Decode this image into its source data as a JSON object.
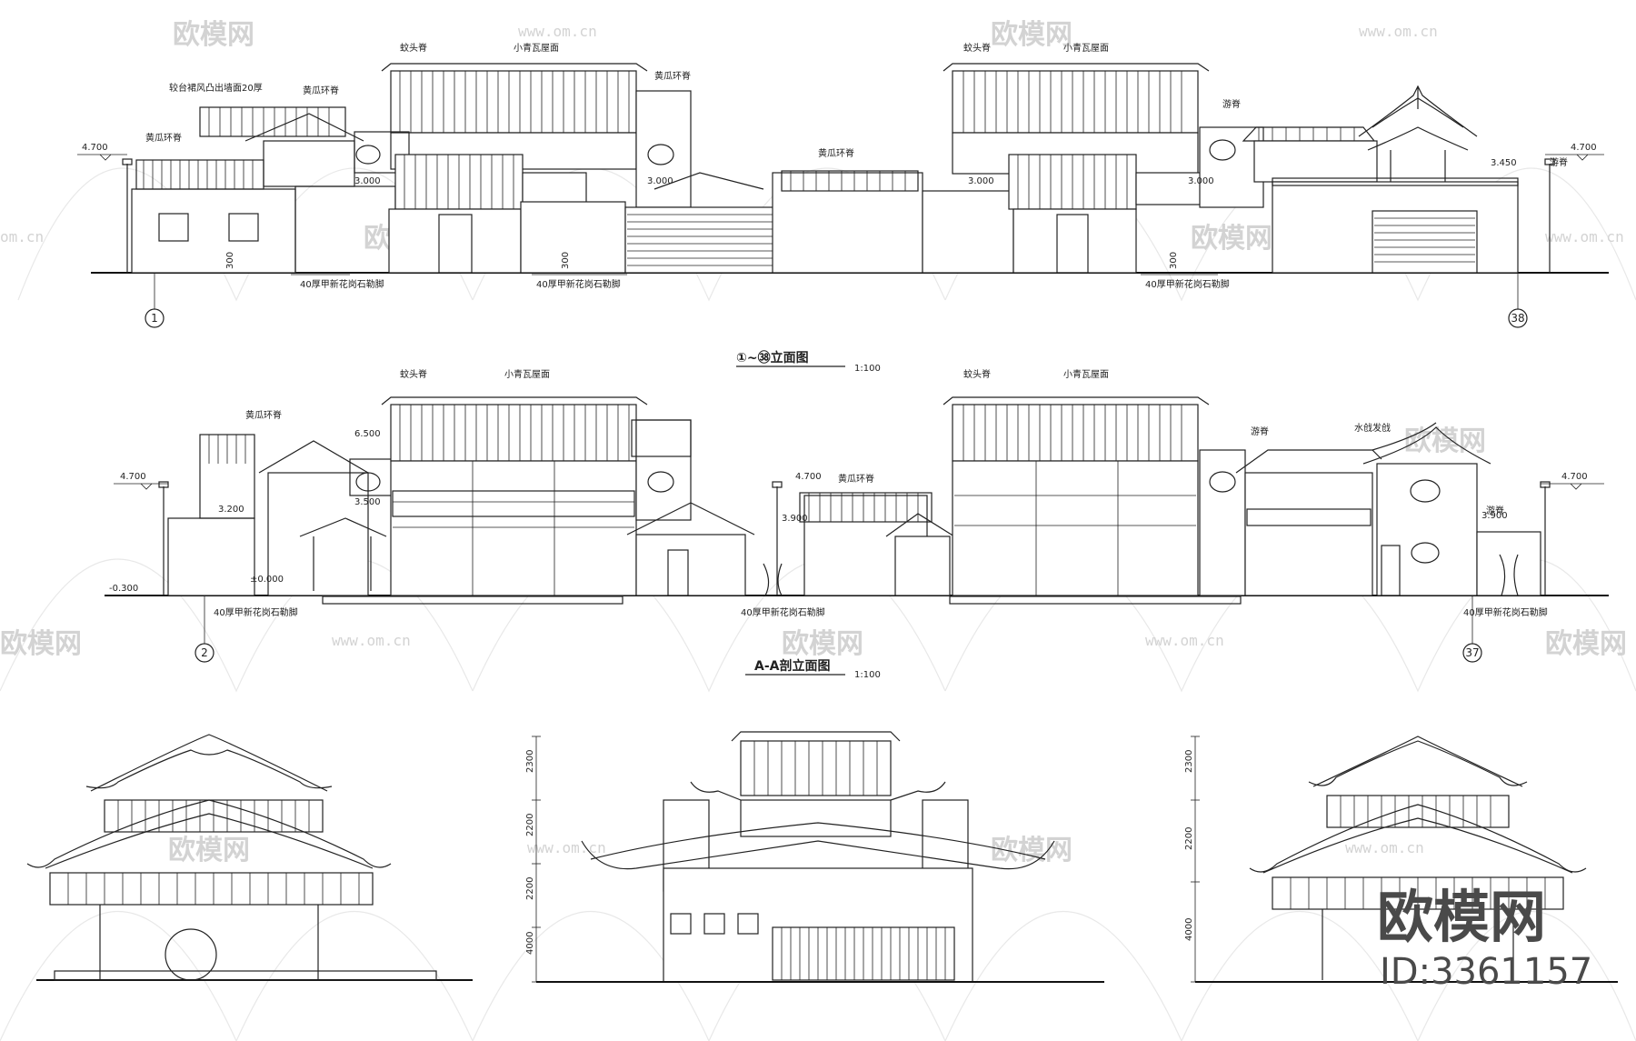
{
  "elevation_top": {
    "title": "①~㊳立面图",
    "scale": "1:100",
    "grid_left": "1",
    "grid_right": "38",
    "labels": {
      "l1": "蚊头脊",
      "l2": "小青瓦屋面",
      "l3": "黄瓜环脊",
      "l4": "较台裙风凸出墙面20厚",
      "l5": "黄瓜环脊",
      "l6": "黄瓜环脊",
      "l7": "黄瓜环脊",
      "l8": "蚊头脊",
      "l9": "小青瓦屋面",
      "l10": "游脊",
      "l11": "游脊",
      "f1": "40厚甲新花岗石勒脚",
      "f2": "40厚甲新花岗石勒脚",
      "f3": "40厚甲新花岗石勒脚"
    },
    "levels": {
      "v1": "4.700",
      "v2": "3.000",
      "v3": "3.000",
      "v4": "3.000",
      "v5": "3.000",
      "v6": "3.450",
      "v7": "4.700",
      "d1": "300",
      "d2": "300",
      "d3": "300"
    }
  },
  "section_aa": {
    "title": "A-A剖立面图",
    "scale": "1:100",
    "grid_left": "2",
    "grid_right": "37",
    "labels": {
      "l1": "蚊头脊",
      "l2": "小青瓦屋面",
      "l3": "黄瓜环脊",
      "l4": "黄瓜环脊",
      "l5": "蚊头脊",
      "l6": "小青瓦屋面",
      "l7": "游脊",
      "l8": "水戗发戗",
      "l9": "游脊",
      "f1": "40厚甲新花岗石勒脚",
      "f2": "40厚甲新花岗石勒脚",
      "f3": "40厚甲新花岗石勒脚"
    },
    "levels": {
      "v1": "4.700",
      "v2": "6.500",
      "v3": "3.200",
      "v4": "3.500",
      "v5": "4.700",
      "v6": "3.900",
      "v7": "4.700",
      "v8": "3.900",
      "v9": "-0.300",
      "v10": "±0.000"
    }
  },
  "pavilion_mid": {
    "dims": [
      "2300",
      "2200",
      "2200",
      "4000"
    ]
  },
  "pavilion_right": {
    "dims": [
      "2300",
      "2200",
      "4000"
    ]
  },
  "watermark": {
    "brand": "欧模网",
    "url": "www.om.cn",
    "url_short": "om.cn"
  },
  "brand_logo": {
    "name": "欧模网",
    "id": "ID:3361157"
  }
}
